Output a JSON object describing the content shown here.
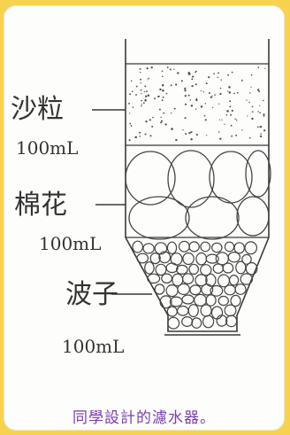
{
  "caption": "同學設計的濾水器。",
  "layers": [
    {
      "name": "沙粒",
      "volume": "100mL"
    },
    {
      "name": "棉花",
      "volume": "100mL"
    },
    {
      "name": "波子",
      "volume": "100mL"
    }
  ],
  "colors": {
    "frame": "#f7d24e",
    "caption": "#7a3fb0",
    "ink": "#333333"
  }
}
